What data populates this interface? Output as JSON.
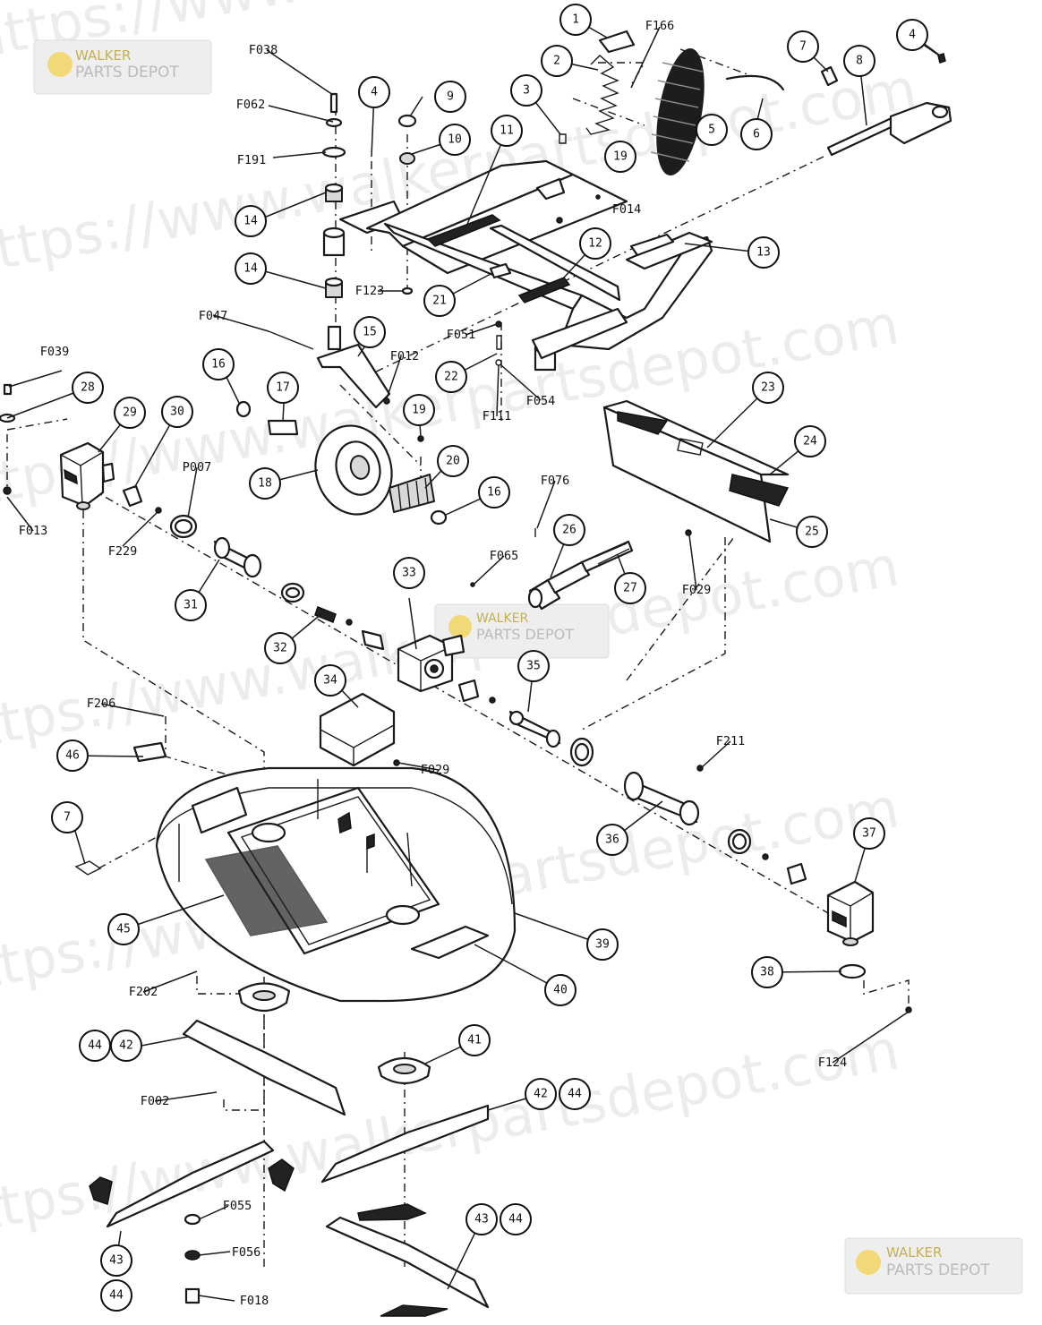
{
  "watermarks": {
    "text_1": "https://www.walkerpartsdepot.com",
    "text_2": "walkerpartsdepot.com",
    "badge_line_1": "WALKER",
    "badge_line_2": "PARTS DEPOT"
  },
  "callouts": {
    "c1": "1",
    "c2": "2",
    "c3": "3",
    "c4a": "4",
    "c4b": "4",
    "c5": "5",
    "c6": "6",
    "c7a": "7",
    "c7b": "7",
    "c8": "8",
    "c9": "9",
    "c10": "10",
    "c11": "11",
    "c12": "12",
    "c13": "13",
    "c14a": "14",
    "c14b": "14",
    "c15": "15",
    "c16a": "16",
    "c16b": "16",
    "c17": "17",
    "c18": "18",
    "c19a": "19",
    "c19b": "19",
    "c20": "20",
    "c21": "21",
    "c22": "22",
    "c23": "23",
    "c24": "24",
    "c25": "25",
    "c26": "26",
    "c27": "27",
    "c28": "28",
    "c29": "29",
    "c30": "30",
    "c31": "31",
    "c32": "32",
    "c33": "33",
    "c34": "34",
    "c35": "35",
    "c36": "36",
    "c37": "37",
    "c38": "38",
    "c39": "39",
    "c40": "40",
    "c41": "41",
    "c42a": "42",
    "c42b": "42",
    "c43a": "43",
    "c43b": "43",
    "c44a": "44",
    "c44b": "44",
    "c44c": "44",
    "c44d": "44",
    "c45": "45",
    "c46": "46"
  },
  "codes": {
    "F038": "F038",
    "F062": "F062",
    "F191": "F191",
    "F166": "F166",
    "F014": "F014",
    "F123": "F123",
    "F047": "F047",
    "F012": "F012",
    "F051": "F051",
    "F054": "F054",
    "F111": "F111",
    "F039": "F039",
    "F013": "F013",
    "F229": "F229",
    "P007": "P007",
    "F076": "F076",
    "F065": "F065",
    "F029a": "F029",
    "F029b": "F029",
    "F206": "F206",
    "F211": "F211",
    "F202": "F202",
    "F124": "F124",
    "F002": "F002",
    "F055": "F055",
    "F056": "F056",
    "F018": "F018"
  }
}
